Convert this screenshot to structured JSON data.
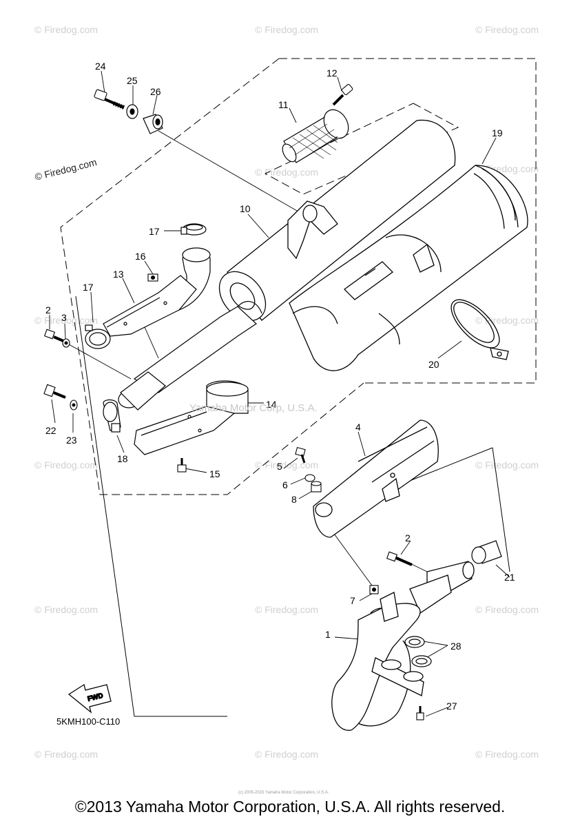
{
  "watermark_text": "© Firedog.com",
  "mid_watermark": "Yamaha Motor Corp, U.S.A.",
  "part_code": "5KMH100-C110",
  "fwd_label": "FWD",
  "copyright": "©2013 Yamaha Motor Corporation, U.S.A. All rights reserved.",
  "tiny_print": "(c) 2005-2015 Yamaha Motor Corporation, U.S.A.",
  "callouts": {
    "c1": "1",
    "c2a": "2",
    "c2b": "2",
    "c3": "3",
    "c4": "4",
    "c5": "5",
    "c6": "6",
    "c7": "7",
    "c8": "8",
    "c10": "10",
    "c11": "11",
    "c12": "12",
    "c13": "13",
    "c14": "14",
    "c15": "15",
    "c16": "16",
    "c17a": "17",
    "c17b": "17",
    "c18": "18",
    "c19": "19",
    "c20": "20",
    "c21": "21",
    "c22": "22",
    "c23": "23",
    "c24": "24",
    "c25": "25",
    "c26": "26",
    "c27": "27",
    "c28": "28"
  }
}
